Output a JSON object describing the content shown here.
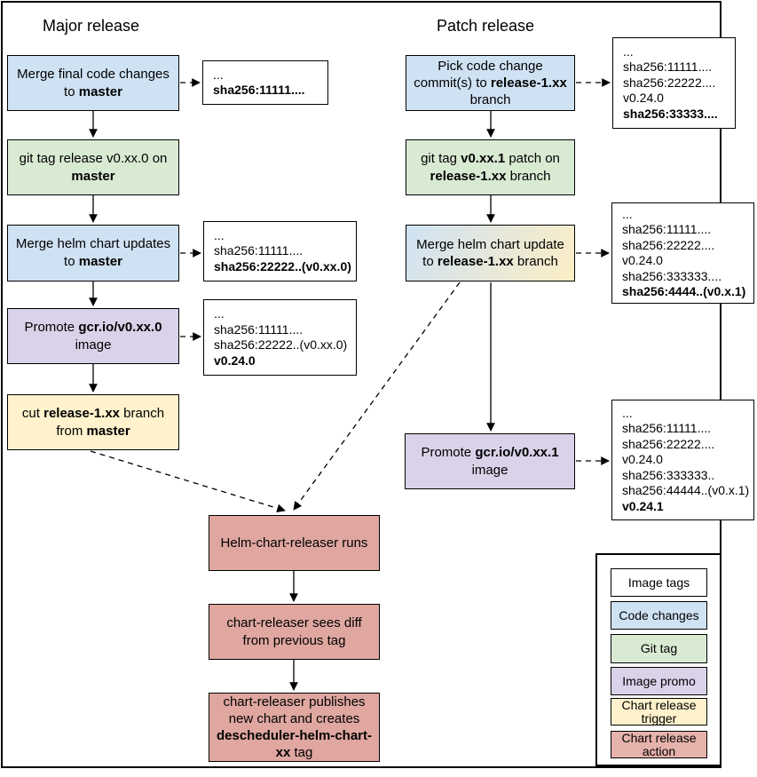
{
  "sections": {
    "major": {
      "title": "Major release"
    },
    "patch": {
      "title": "Patch release"
    }
  },
  "colors": {
    "code_changes": "#cfe2f3",
    "git_tag": "#d9ead3",
    "image_promo": "#d9d2e9",
    "chart_release_trigger": "#fff2cc",
    "chart_release_action": "#dfa7a0",
    "image_tags": "#ffffff",
    "border": "#000000"
  },
  "nodes": {
    "major_merge_code": [
      {
        "t": "Merge final code changes to "
      },
      {
        "t": "master",
        "b": true
      }
    ],
    "major_git_tag": [
      {
        "t": "git tag release v0.xx.0 on "
      },
      {
        "t": "master",
        "b": true
      }
    ],
    "major_merge_helm": [
      {
        "t": "Merge helm chart updates to "
      },
      {
        "t": "master",
        "b": true
      }
    ],
    "major_promote": [
      {
        "t": "Promote "
      },
      {
        "t": "gcr.io/v0.xx.0",
        "b": true
      },
      {
        "t": " image"
      }
    ],
    "major_cut_branch": [
      {
        "t": "cut "
      },
      {
        "t": "release-1.xx",
        "b": true
      },
      {
        "t": " branch from "
      },
      {
        "t": "master",
        "b": true
      }
    ],
    "patch_pick_commits": [
      {
        "t": "Pick code change commit(s) to "
      },
      {
        "t": "release-1.xx",
        "b": true
      },
      {
        "t": " branch"
      }
    ],
    "patch_git_tag": [
      {
        "t": "git tag "
      },
      {
        "t": "v0.xx.1",
        "b": true
      },
      {
        "t": " patch on "
      },
      {
        "t": "release-1.xx",
        "b": true
      },
      {
        "t": " branch"
      }
    ],
    "patch_merge_helm": [
      {
        "t": "Merge helm chart update to "
      },
      {
        "t": "release-1.xx",
        "b": true
      },
      {
        "t": " branch"
      }
    ],
    "patch_promote": [
      {
        "t": "Promote "
      },
      {
        "t": "gcr.io/v0.xx.1",
        "b": true
      },
      {
        "t": " image"
      }
    ],
    "releaser_runs": [
      {
        "t": "Helm-chart-releaser runs"
      }
    ],
    "releaser_diff": [
      {
        "t": "chart-releaser sees diff from previous tag"
      }
    ],
    "releaser_publish": [
      {
        "t": "chart-releaser publishes new chart and creates "
      },
      {
        "t": "descheduler-helm-chart-xx",
        "b": true
      },
      {
        "t": " tag"
      }
    ]
  },
  "tags": {
    "tag_major_code": [
      [
        {
          "t": "..."
        }
      ],
      [
        {
          "t": "sha256:11111....",
          "b": true
        }
      ]
    ],
    "tag_major_helm": [
      [
        {
          "t": "..."
        }
      ],
      [
        {
          "t": "sha256:11111...."
        }
      ],
      [
        {
          "t": "sha256:22222..(v0.xx.0)",
          "b": true
        }
      ]
    ],
    "tag_major_promote": [
      [
        {
          "t": "..."
        }
      ],
      [
        {
          "t": "sha256:11111...."
        }
      ],
      [
        {
          "t": "sha256:22222..(v0.xx.0)"
        }
      ],
      [
        {
          "t": "v0.24.0",
          "b": true
        }
      ]
    ],
    "tag_patch_code": [
      [
        {
          "t": "..."
        }
      ],
      [
        {
          "t": "sha256:11111...."
        }
      ],
      [
        {
          "t": "sha256:22222...."
        }
      ],
      [
        {
          "t": "v0.24.0"
        }
      ],
      [
        {
          "t": "sha256:33333....",
          "b": true
        }
      ]
    ],
    "tag_patch_helm": [
      [
        {
          "t": "..."
        }
      ],
      [
        {
          "t": "sha256:11111...."
        }
      ],
      [
        {
          "t": "sha256:22222...."
        }
      ],
      [
        {
          "t": "v0.24.0"
        }
      ],
      [
        {
          "t": "sha256:333333...."
        }
      ],
      [
        {
          "t": "sha256:4444..(v0.x.1)",
          "b": true
        }
      ]
    ],
    "tag_patch_promote": [
      [
        {
          "t": "..."
        }
      ],
      [
        {
          "t": "sha256:11111...."
        }
      ],
      [
        {
          "t": "sha256:22222...."
        }
      ],
      [
        {
          "t": "v0.24.0"
        }
      ],
      [
        {
          "t": "sha256:333333.."
        }
      ],
      [
        {
          "t": "sha256:44444..(v0.x.1)"
        }
      ],
      [
        {
          "t": "v0.24.1",
          "b": true
        }
      ]
    ]
  },
  "legend": {
    "items": [
      {
        "label": "Image tags",
        "color": "#ffffff"
      },
      {
        "label": "Code changes",
        "color": "#cfe2f3"
      },
      {
        "label": "Git tag",
        "color": "#d9ead3"
      },
      {
        "label": "Image promo",
        "color": "#d9d2e9"
      },
      {
        "label": "Chart release trigger",
        "color": "#fff2cc"
      },
      {
        "label": "Chart release action",
        "color": "#e6b2ac"
      }
    ]
  }
}
